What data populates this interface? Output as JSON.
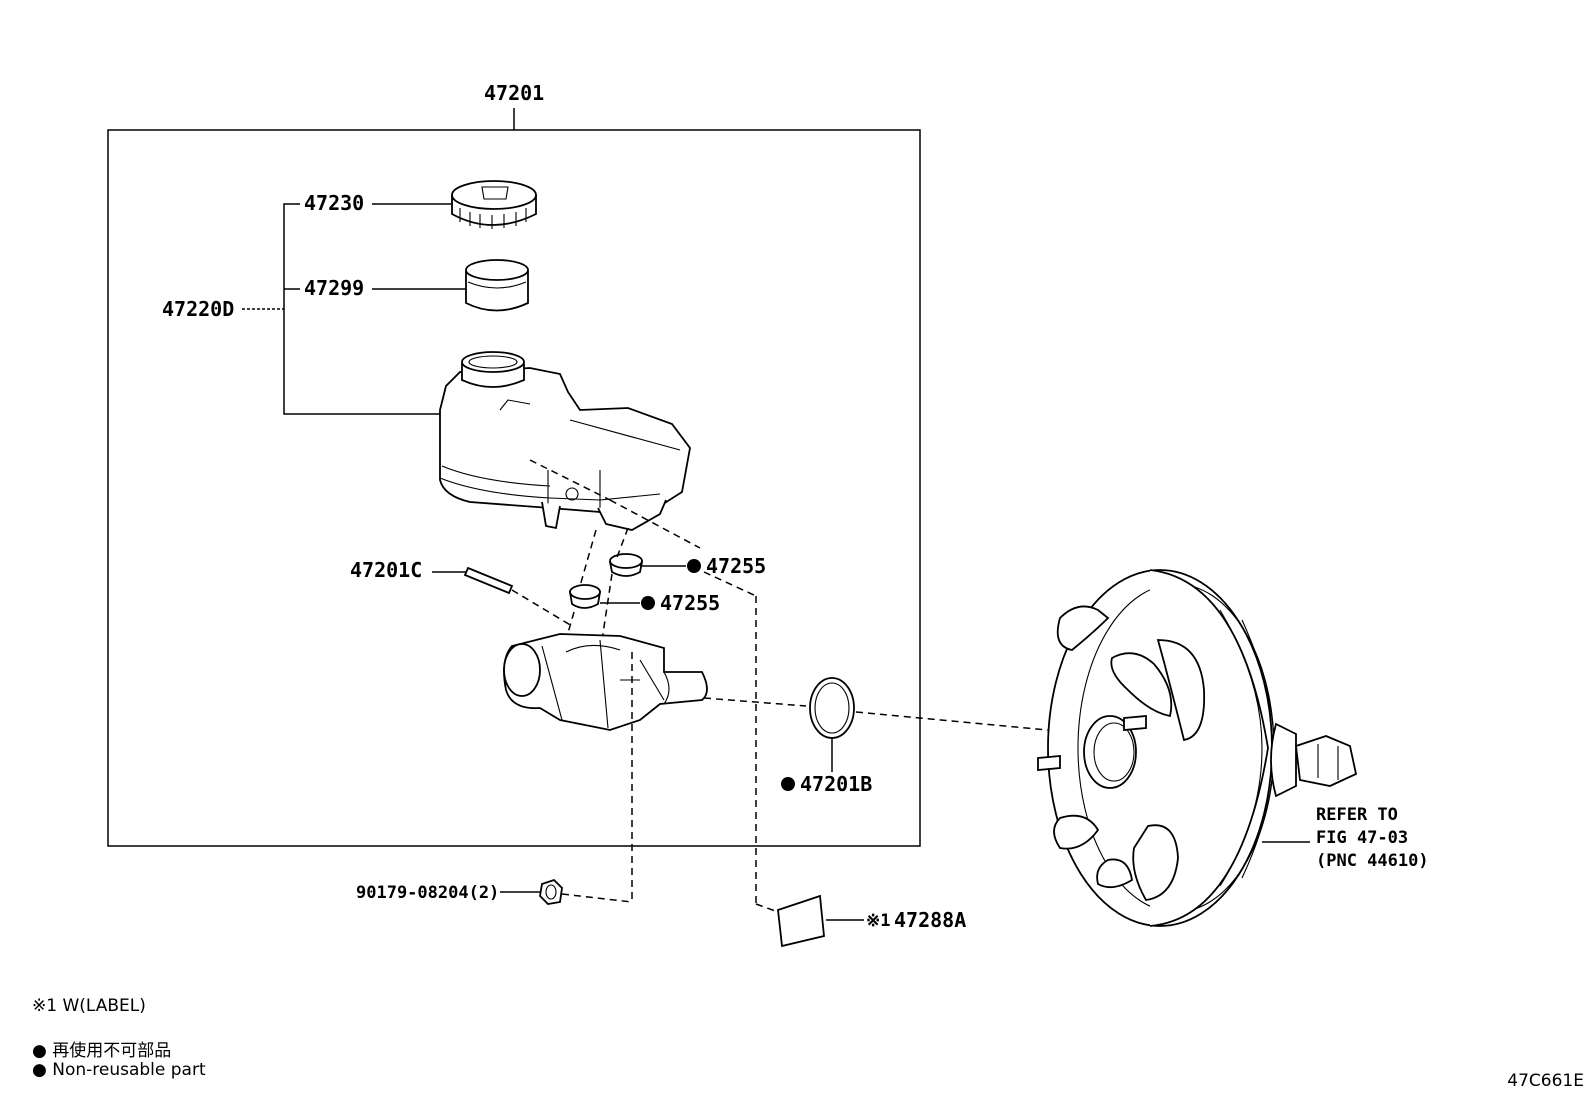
{
  "parts": {
    "assembly": "47201",
    "cap": "47230",
    "strainer": "47299",
    "reservoir_sub": "47220D",
    "pin": "47201C",
    "grommet_upper": "47255",
    "grommet_lower": "47255",
    "oring": "47201B",
    "nut": "90179-08204(2)",
    "label_part": "47288A",
    "label_mark": "※1"
  },
  "refer": {
    "line1": "REFER TO",
    "line2": "FIG 47-03",
    "line3": "(PNC 44610)"
  },
  "legend": {
    "note1": "※1 W(LABEL)",
    "bullet_jp": "● 再使用不可部品",
    "bullet_en": "● Non-reusable part"
  },
  "figure_code": "47C661E",
  "colors": {
    "line": "#000000",
    "background": "#ffffff"
  }
}
